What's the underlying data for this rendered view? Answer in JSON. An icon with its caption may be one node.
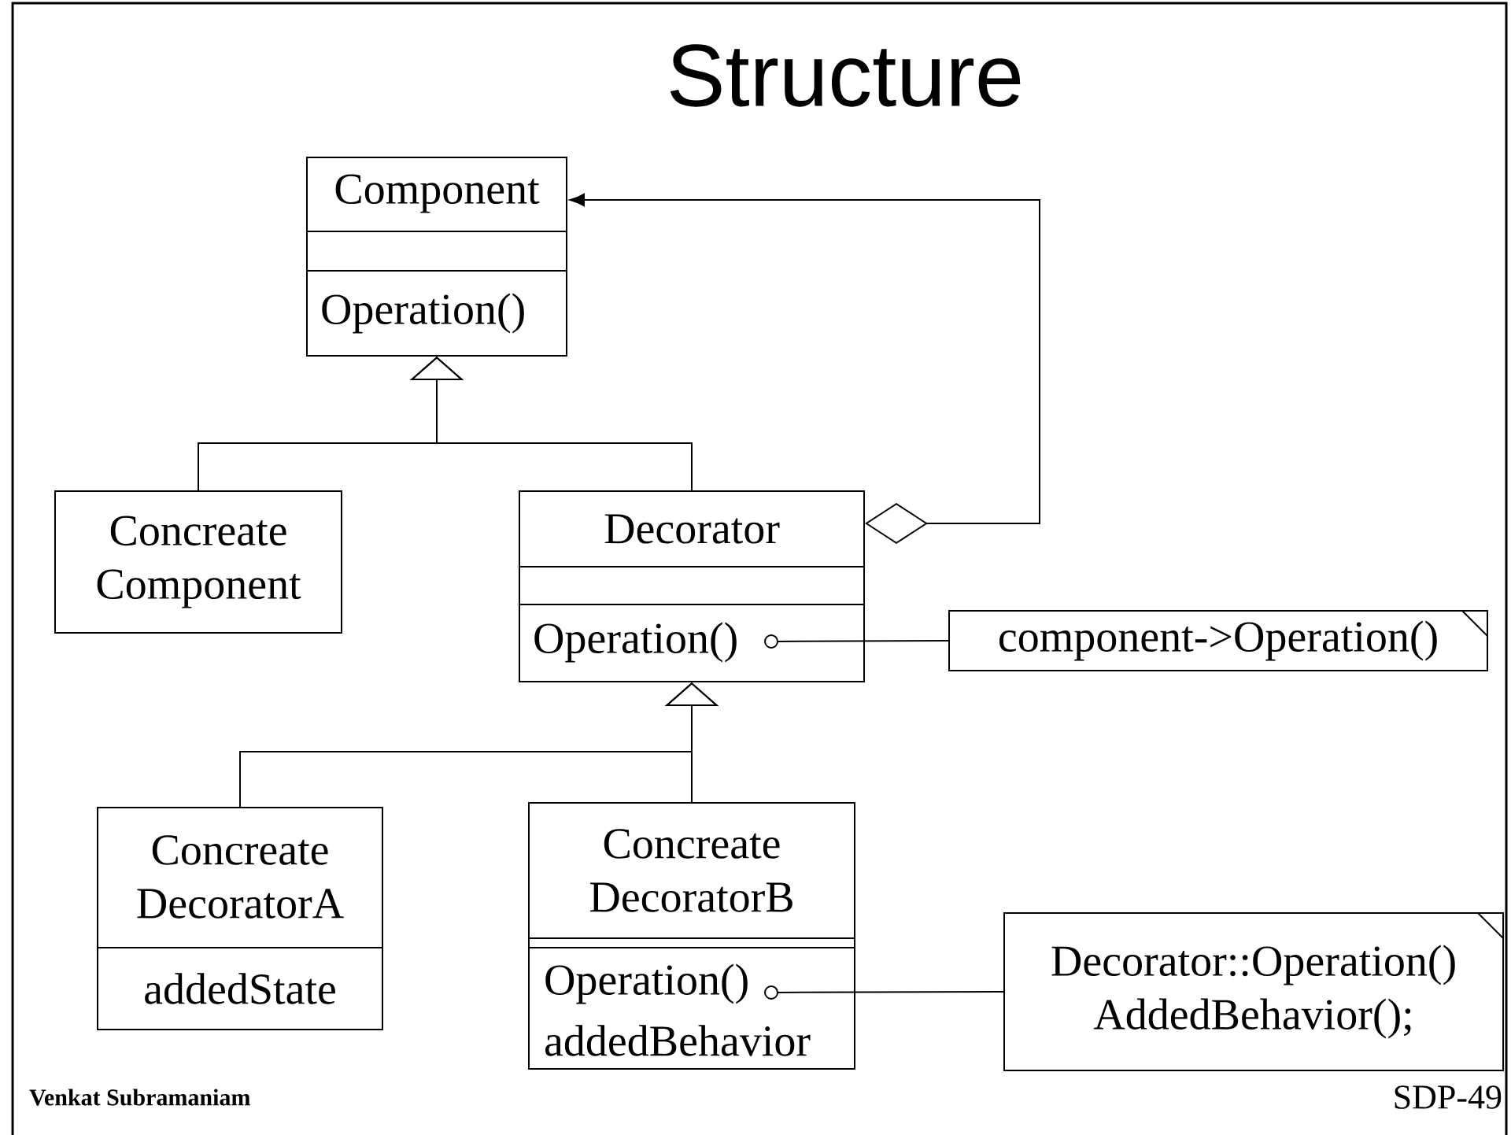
{
  "diagram": {
    "title": "Structure",
    "nodes": [
      {
        "text": [
          "Component",
          "Operation()"
        ]
      },
      {
        "text": [
          "Concreate Component"
        ]
      },
      {
        "text": [
          "Decorator",
          "Operation()"
        ]
      },
      {
        "text": [
          "component->Operation()"
        ]
      },
      {
        "text": [
          "Concreate DecoratorA",
          "addedState"
        ]
      },
      {
        "text": [
          "Concreate DecoratorB",
          "Operation()",
          "addedBehavior"
        ]
      },
      {
        "text": [
          "Decorator::Operation() AddedBehavior();"
        ]
      }
    ],
    "edges": [
      {
        "from": 1,
        "to": 0,
        "arrow": "to"
      },
      {
        "from": 2,
        "to": 0,
        "arrow": "to"
      },
      {
        "from": 2,
        "to": 0,
        "arrow": "to"
      },
      {
        "from": 2,
        "to": 3,
        "arrow": "other"
      },
      {
        "from": 4,
        "to": 2,
        "arrow": "to"
      },
      {
        "from": 5,
        "to": 2,
        "arrow": "to"
      },
      {
        "from": 5,
        "to": 6,
        "arrow": "other"
      }
    ],
    "labels": [
      "Venkat Subramaniam",
      "SDP-49"
    ]
  }
}
